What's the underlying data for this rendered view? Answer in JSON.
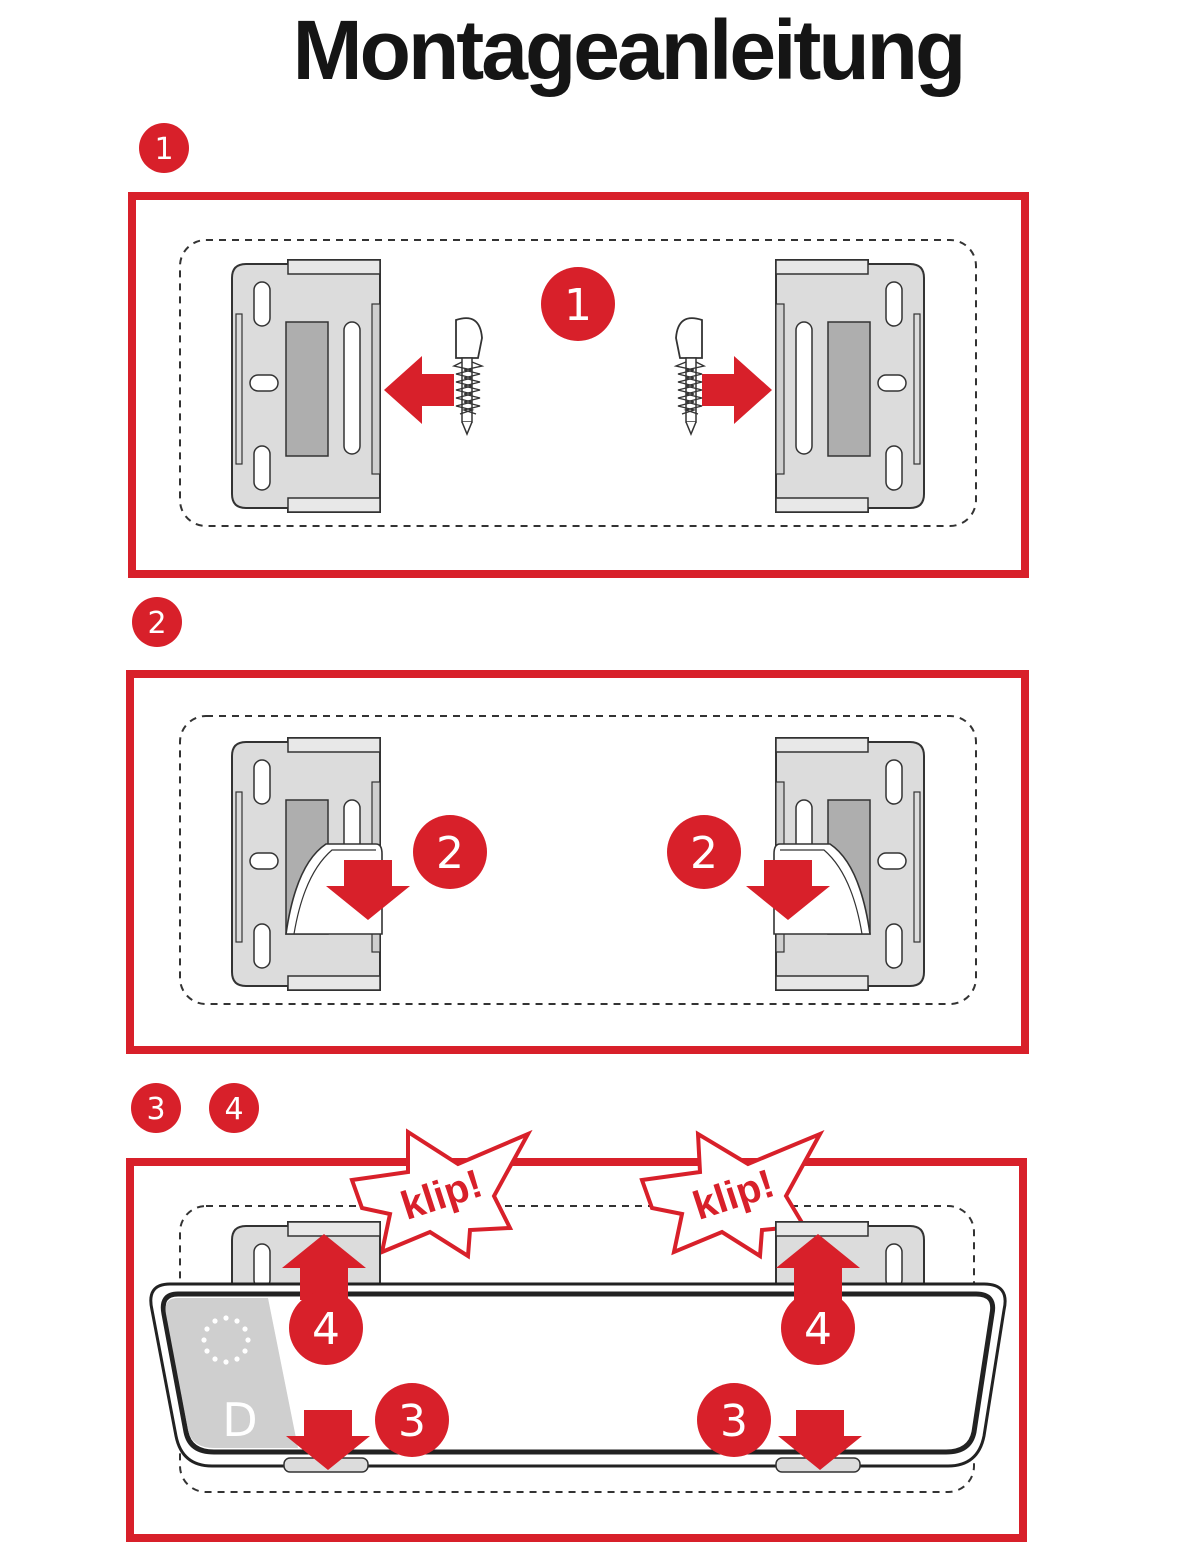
{
  "title": "Montageanleitung",
  "colors": {
    "accent": "#d8202a",
    "bracket_fill": "#dcdcdc",
    "pad_fill": "#aeaeae",
    "outline": "#333333"
  },
  "steps": [
    {
      "badges": [
        "1"
      ],
      "inner_badges": [
        "1"
      ]
    },
    {
      "badges": [
        "2"
      ],
      "inner_badges": [
        "2",
        "2"
      ]
    },
    {
      "badges": [
        "3",
        "4"
      ],
      "inner_badges": [
        "4",
        "4",
        "3",
        "3"
      ],
      "klip_label": "klip!",
      "plate_letter": "D"
    }
  ]
}
